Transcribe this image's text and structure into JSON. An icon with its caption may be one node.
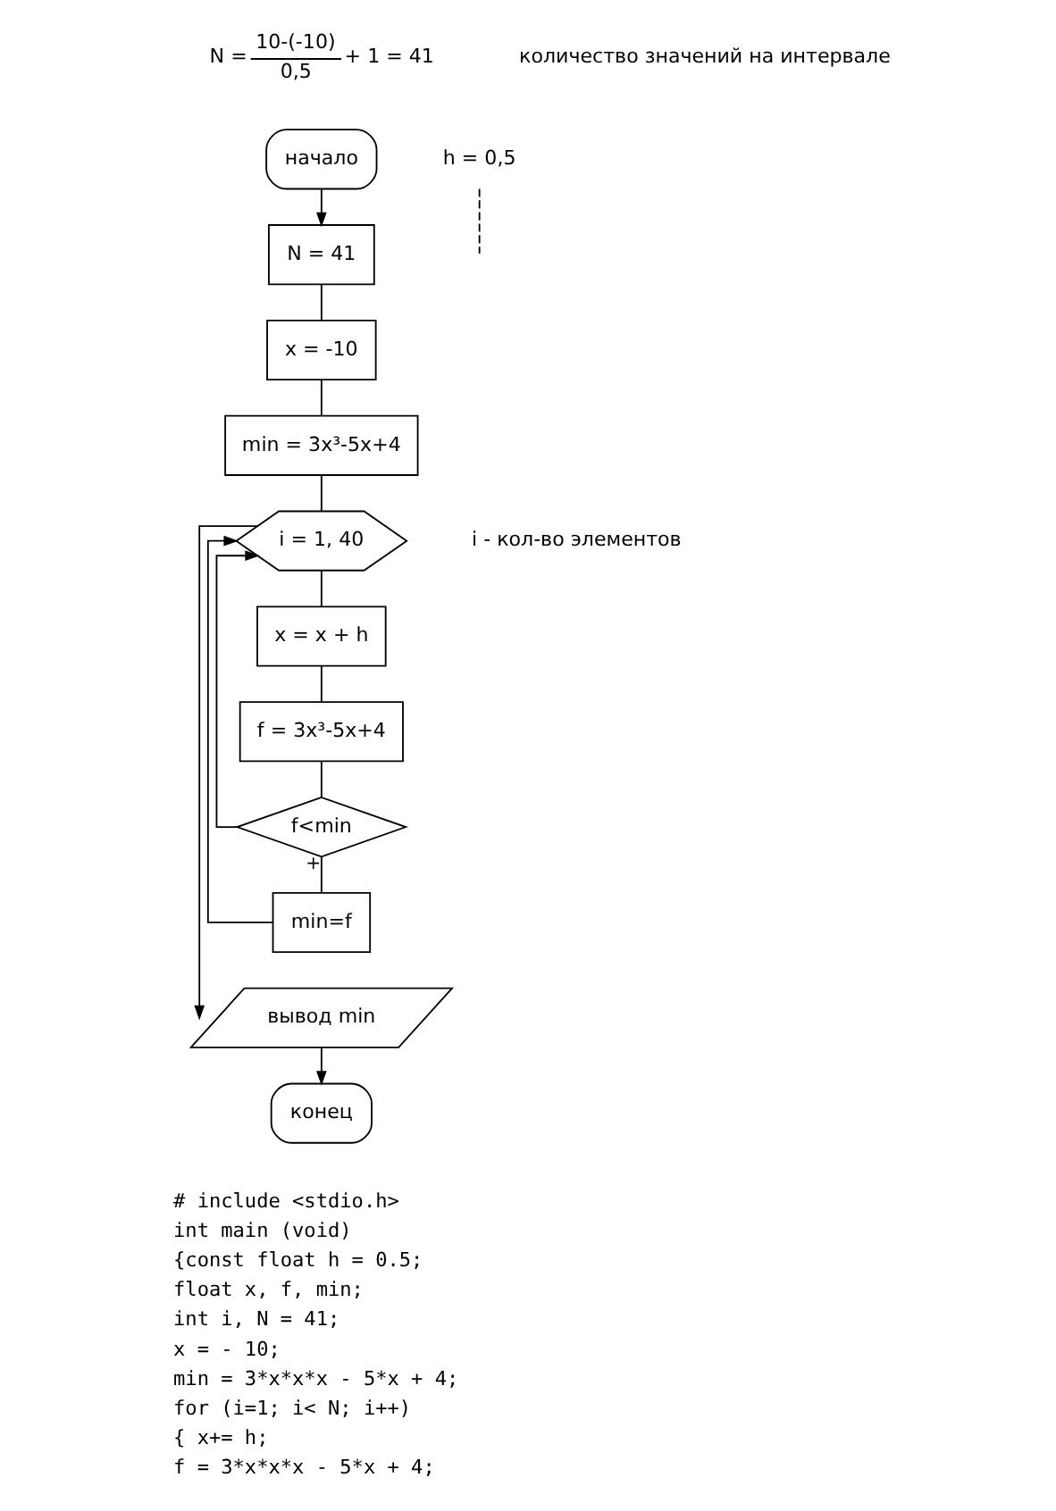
{
  "diagram": {
    "nodes": [
      {
        "text": [
          "начало"
        ]
      },
      {
        "text": [
          "N = 41"
        ]
      },
      {
        "text": [
          "x = -10"
        ]
      },
      {
        "text": [
          "min = 3x³-5x+4"
        ]
      },
      {
        "text": [
          "i = 1, 40"
        ],
        "beside": [
          "i - кол-во элементов"
        ]
      },
      {
        "text": [
          "x = x + h"
        ]
      },
      {
        "text": [
          "f = 3x³-5x+4"
        ]
      },
      {
        "text": [
          "f<min"
        ]
      },
      {
        "text": [
          "min=f"
        ]
      },
      {
        "text": [
          "вывод min"
        ]
      },
      {
        "text": [
          "конец"
        ]
      },
      {
        "text": [
          "h = 0,5"
        ]
      }
    ],
    "edges": [
      {
        "from": 0,
        "to": 1,
        "arrow": "to"
      },
      {
        "from": 1,
        "to": 2,
        "arrow": "none"
      },
      {
        "from": 2,
        "to": 3,
        "arrow": "none"
      },
      {
        "from": 3,
        "to": 4,
        "arrow": "none"
      },
      {
        "from": 4,
        "to": 5,
        "arrow": "none"
      },
      {
        "from": 5,
        "to": 6,
        "arrow": "none"
      },
      {
        "from": 6,
        "to": 7,
        "arrow": "none"
      },
      {
        "from": 7,
        "to": 8,
        "arrow": "none",
        "label": "+"
      },
      {
        "from": 8,
        "to": 4,
        "arrow": "to"
      },
      {
        "from": 7,
        "to": 4,
        "arrow": "to"
      },
      {
        "from": 4,
        "to": 9,
        "arrow": "to"
      },
      {
        "from": 9,
        "to": 10,
        "arrow": "to"
      },
      {
        "from": 11,
        "to": null,
        "arrow": "none",
        "style": "dashed"
      }
    ],
    "labels": [
      "N =",
      "10-(-10)",
      "0,5",
      "+ 1 = 41",
      "количество значений на интервале",
      "# include <stdio.h>",
      "int main (void)",
      "{const float h = 0.5;",
      "float x, f, min;",
      "int i, N = 41;",
      "x = - 10;",
      "min = 3*x*x*x - 5*x + 4;",
      "for (i=1; i< N; i++)",
      "{ x+= h;",
      "f = 3*x*x*x - 5*x + 4;"
    ]
  }
}
